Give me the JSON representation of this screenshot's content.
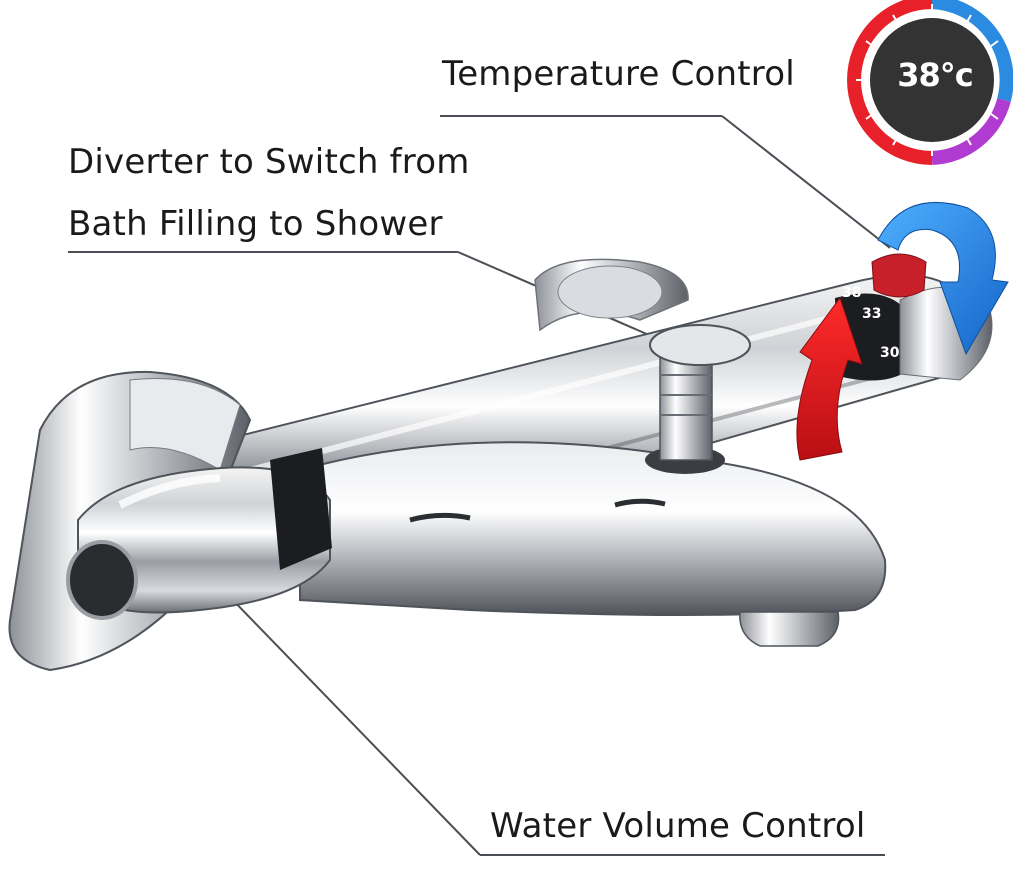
{
  "callouts": {
    "temperature": "Temperature Control",
    "diverter_line1": "Diverter to Switch from",
    "diverter_line2": "Bath Filling to Shower",
    "water_volume": "Water Volume Control"
  },
  "temperature_badge": {
    "reading": "38°c",
    "hot_color": "#e8202a",
    "cold_color": "#2a8be0",
    "face_color": "#333333"
  },
  "thermostat_scale": [
    "38",
    "33",
    "30"
  ],
  "arrows": {
    "hot_color": "#e0141c",
    "cold_color": "#1f86e6"
  }
}
